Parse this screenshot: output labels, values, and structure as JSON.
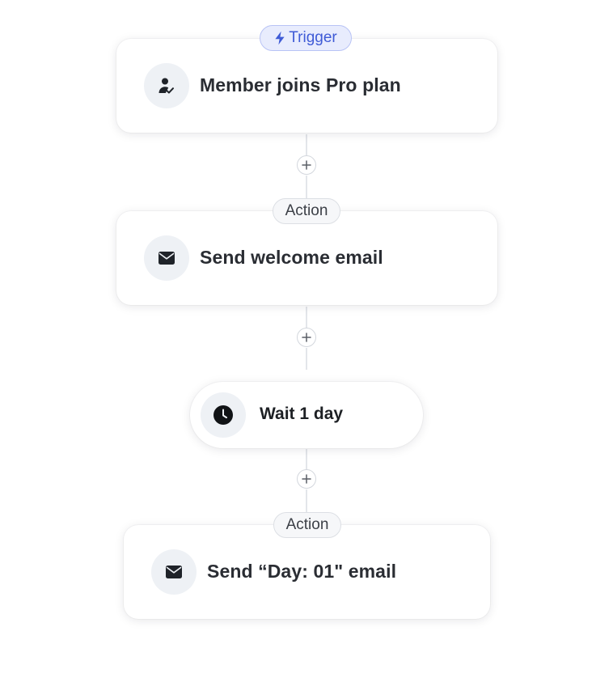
{
  "flow": {
    "trigger": {
      "tag_label": "Trigger",
      "tag_icon": "lightning-icon",
      "title": "Member joins Pro plan",
      "icon": "user-check-icon"
    },
    "step_1": {
      "tag_label": "Action",
      "title": "Send welcome email",
      "icon": "envelope-icon"
    },
    "wait": {
      "title": "Wait 1 day",
      "icon": "clock-icon"
    },
    "step_2": {
      "tag_label": "Action",
      "title": "Send “Day: 01\" email",
      "icon": "envelope-icon"
    },
    "add_step_label": "+"
  },
  "colors": {
    "trigger_accent": "#3f5bd6",
    "trigger_tag_bg": "#e8ecfd",
    "icon_bg": "#eef1f5",
    "connector": "#e3e6ea"
  }
}
